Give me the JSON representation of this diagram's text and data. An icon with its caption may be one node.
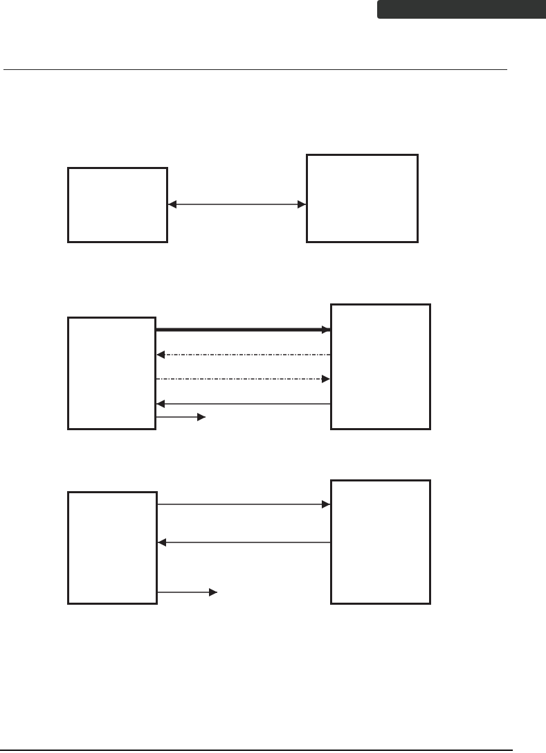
{
  "diagram": {
    "nodes": [
      {
        "text": [],
        "shape": "box"
      },
      {
        "text": [],
        "shape": "box"
      },
      {
        "text": [],
        "shape": "box"
      },
      {
        "text": [],
        "shape": "box"
      },
      {
        "text": [],
        "shape": "box"
      },
      {
        "text": [],
        "shape": "box"
      }
    ],
    "edges": [
      {
        "from": 0,
        "to": 1,
        "arrow": "both"
      },
      {
        "from": 2,
        "to": 3,
        "arrow": "to",
        "style": "thick"
      },
      {
        "from": 3,
        "to": 2,
        "arrow": "to",
        "style": "dashed"
      },
      {
        "from": 2,
        "to": 3,
        "arrow": "to",
        "style": "dashed"
      },
      {
        "from": 3,
        "to": 2,
        "arrow": "to"
      },
      {
        "from": 2,
        "to": null,
        "arrow": "to"
      },
      {
        "from": 4,
        "to": 5,
        "arrow": "to"
      },
      {
        "from": 5,
        "to": 4,
        "arrow": "to"
      },
      {
        "from": 4,
        "to": null,
        "arrow": "to"
      }
    ]
  }
}
